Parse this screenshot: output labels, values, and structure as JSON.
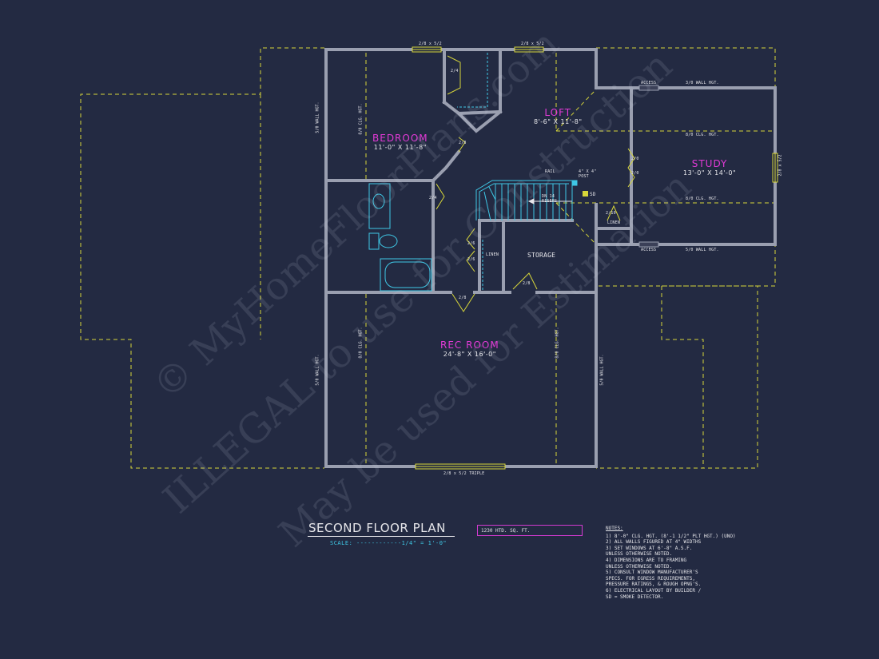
{
  "title": "SECOND FLOOR PLAN",
  "scale": "SCALE: ------------1/4\" = 1'-0\"",
  "sqft": "1230 HTD. SQ. FT.",
  "rooms": {
    "bedroom": {
      "name": "BEDROOM",
      "dims": "11'-0\" X 11'-8\""
    },
    "loft": {
      "name": "LOFT",
      "dims": "8'-6\" X 11'-8\""
    },
    "study": {
      "name": "STUDY",
      "dims": "13'-0\" X 14'-0\""
    },
    "rec_room": {
      "name": "REC ROOM",
      "dims": "24'-8\" X 16'-0\""
    },
    "storage": {
      "name": "STORAGE"
    }
  },
  "labels": {
    "win_top_1": "2/8 x 5/2",
    "win_top_2": "2/8 x 5/2",
    "win_bottom": "2/8 x 5/2 TRIPLE",
    "win_right": "2/8 x 5/2",
    "access_top": "ACCESS",
    "access_bottom": "ACCESS",
    "wall_hgt_top": "3/0 WALL HGT.",
    "wall_hgt_bottom": "5/0 WALL HGT.",
    "clg_study_1": "8/0 CLG. HGT.",
    "clg_study_2": "8/0 CLG. HGT.",
    "rail": "RAIL",
    "post": "4\" X 4\"\nPOST",
    "dn": "DN 14\nRISERS",
    "sd": "SD",
    "linen_1": "LINEN",
    "linen_2": "LINEN",
    "door_24a": "2/4",
    "door_28a": "2/8",
    "door_24b": "2/4",
    "door_26a": "2/6",
    "door_26b": "2/6",
    "door_28b": "2/8",
    "door_28c": "2/8",
    "door_20a": "2/0",
    "door_20b": "2/0",
    "door_210": "2/10",
    "vert_wall_left_top": "5/0 WALL HGT.",
    "vert_clg_bed": "8/0 CLG. HGT.",
    "vert_wall_left_bot": "5/0 WALL HGT.",
    "vert_clg_rec_l": "8/0 CLG. HGT.",
    "vert_clg_rec_r": "8/0 CLG. HGT.",
    "vert_wall_right_bot": "5/0 WALL HGT."
  },
  "notes": {
    "heading": "NOTES:",
    "lines": [
      "1) 8'-0\" CLG. HGT. (8'-1 1/2\" PLT HGT.) (UNO)",
      "2) ALL WALLS FIGURED AT 4\" WIDTHS",
      "3) SET WINDOWS AT 6'-8\" A.S.F.",
      "   UNLESS OTHERWISE NOTED.",
      "4) DIMENSIONS ARE TO FRAMING",
      "   UNLESS OTHERWISE NOTED.",
      "5) CONSULT WINDOW MANUFACTURER'S",
      "   SPECS. FOR EGRESS REQUIREMENTS,",
      "   PRESSURE RATINGS, & ROUGH OPNG'S.",
      "6) ELECTRICAL LAYOUT BY BUILDER /",
      "   SD = SMOKE DETECTOR."
    ]
  },
  "watermarks": [
    "© MyHomeFloorPlans.com",
    "ILLEGAL to use for Construction",
    "May be used for Estimation"
  ],
  "colors": {
    "background": "#232a42",
    "wall": "#9a9fb0",
    "dashed": "#d7d63a",
    "fixtures": "#3fc8e6",
    "room_name": "#e23ad6",
    "text": "#e6e6ea"
  }
}
